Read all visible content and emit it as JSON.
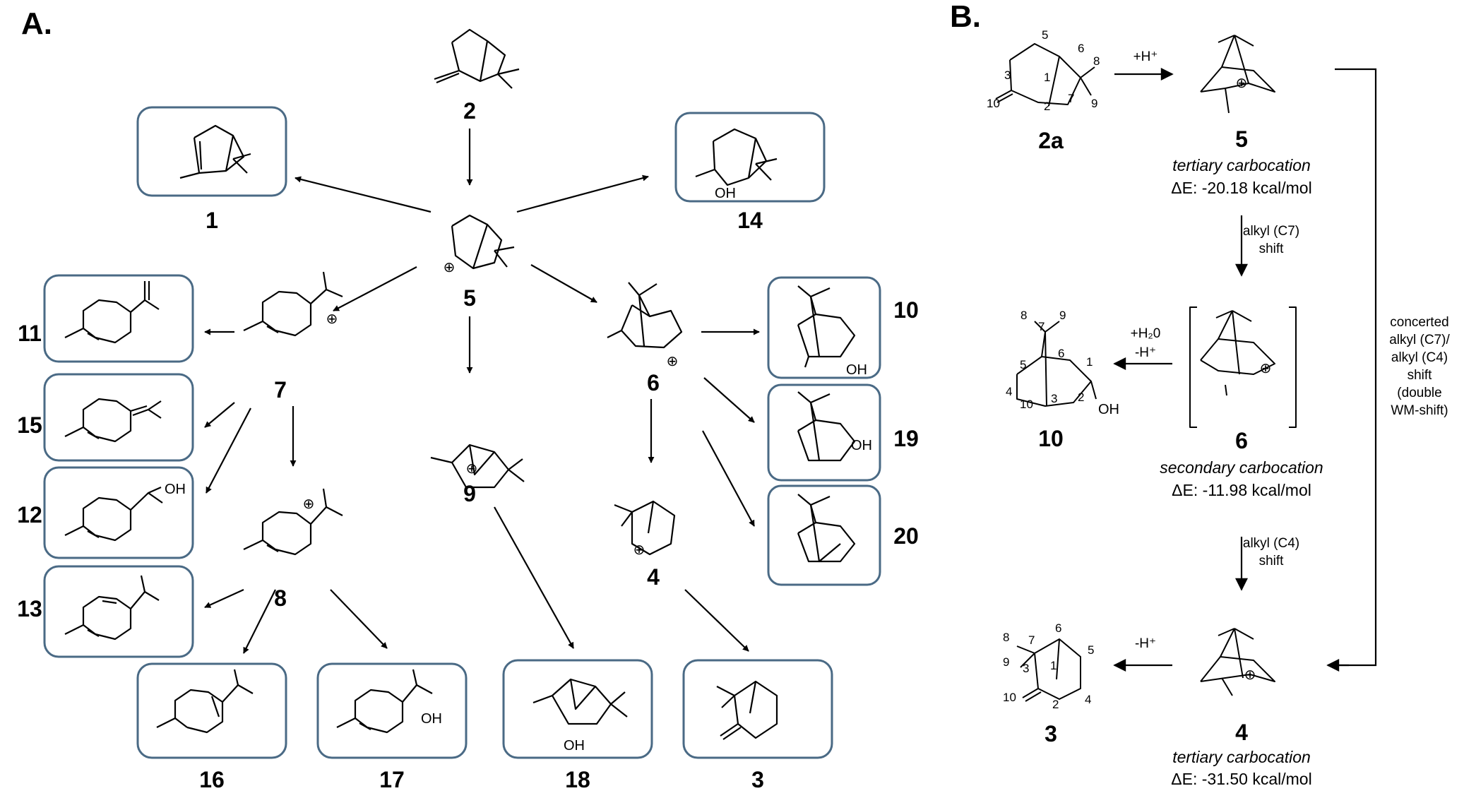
{
  "panels": {
    "a": "A.",
    "b": "B."
  },
  "a": {
    "compounds": {
      "c1": "1",
      "c2": "2",
      "c3": "3",
      "c4": "4",
      "c5": "5",
      "c6": "6",
      "c7": "7",
      "c8": "8",
      "c9": "9",
      "c10": "10",
      "c11": "11",
      "c12": "12",
      "c13": "13",
      "c14": "14",
      "c15": "15",
      "c16": "16",
      "c17": "17",
      "c18": "18",
      "c19": "19",
      "c20": "20"
    },
    "oh": "OH"
  },
  "b": {
    "compounds": {
      "c2a": "2a",
      "c5": "5",
      "c6": "6",
      "c4": "4",
      "c10": "10",
      "c3": "3"
    },
    "step1": "+H⁺",
    "step_water": [
      "+H₂0",
      "-H⁺"
    ],
    "step_deprot": "-H⁺",
    "shift1": [
      "alkyl (C7)",
      "shift"
    ],
    "shift2": [
      "alkyl (C4)",
      "shift"
    ],
    "concerted": [
      "concerted",
      "alkyl (C7)/",
      "alkyl (C4)",
      "shift",
      "(double",
      "WM-shift)"
    ],
    "c5_type": "tertiary carbocation",
    "c5_energy": "ΔE: -20.18 kcal/mol",
    "c6_type": "secondary carbocation",
    "c6_energy": "ΔE: -11.98 kcal/mol",
    "c4_type": "tertiary carbocation",
    "c4_energy": "ΔE: -31.50 kcal/mol",
    "delta": "ΔE",
    "plus": "⊕",
    "oh": "OH",
    "numbering_2a": [
      "1",
      "2",
      "3",
      "5",
      "6",
      "7",
      "8",
      "9",
      "10"
    ],
    "numbering_10": [
      "1",
      "2",
      "3",
      "4",
      "5",
      "6",
      "7",
      "8",
      "9",
      "10"
    ],
    "numbering_3": [
      "1",
      "2",
      "3",
      "4",
      "5",
      "6",
      "7",
      "8",
      "9",
      "10"
    ]
  },
  "colors": {
    "box": "#4a6a85",
    "ink": "#000000"
  }
}
